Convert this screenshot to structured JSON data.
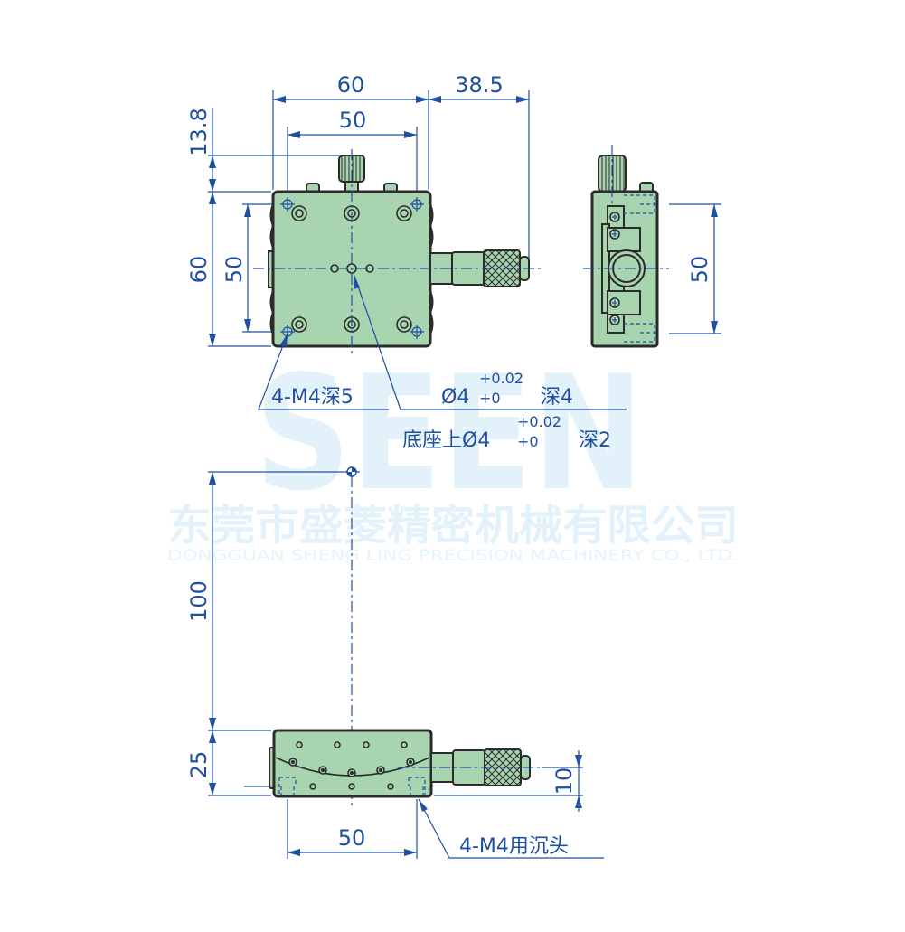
{
  "watermark": {
    "logo": "SEEN",
    "company_cn": "东莞市盛菱精密机械有限公司",
    "company_en": "DONGGUAN SHENG LING PRECISION MACHINERY CO., LTD."
  },
  "top_view": {
    "dims": {
      "width_overall": "60",
      "hole_pitch_x": "50",
      "micrometer_extension": "38.5",
      "knob_height": "13.8",
      "height_overall": "60",
      "hole_pitch_y": "50"
    }
  },
  "side_view": {
    "dims": {
      "hole_pitch": "50"
    }
  },
  "notes": {
    "mount_thread": "4-M4深5",
    "pin_hole_symbol": "Ø4",
    "pin_hole_tol_upper": "+0.02",
    "pin_hole_tol_lower": "+0",
    "pin_hole_depth": "深4",
    "base_pin_prefix": "底座上Ø4",
    "base_pin_tol_upper": "+0.02",
    "base_pin_tol_lower": "+0",
    "base_pin_depth": "深2"
  },
  "front_view": {
    "dims": {
      "center_offset": "100",
      "height": "25",
      "axis_height": "10",
      "bottom_pitch": "50"
    },
    "note_counterbore": "4-M4用沉头"
  },
  "colors": {
    "dimension_blue": "#1f4fa0",
    "body_green": "#a8d5b0",
    "outline": "#2b2b2b",
    "watermark": "#e3f2fa"
  }
}
